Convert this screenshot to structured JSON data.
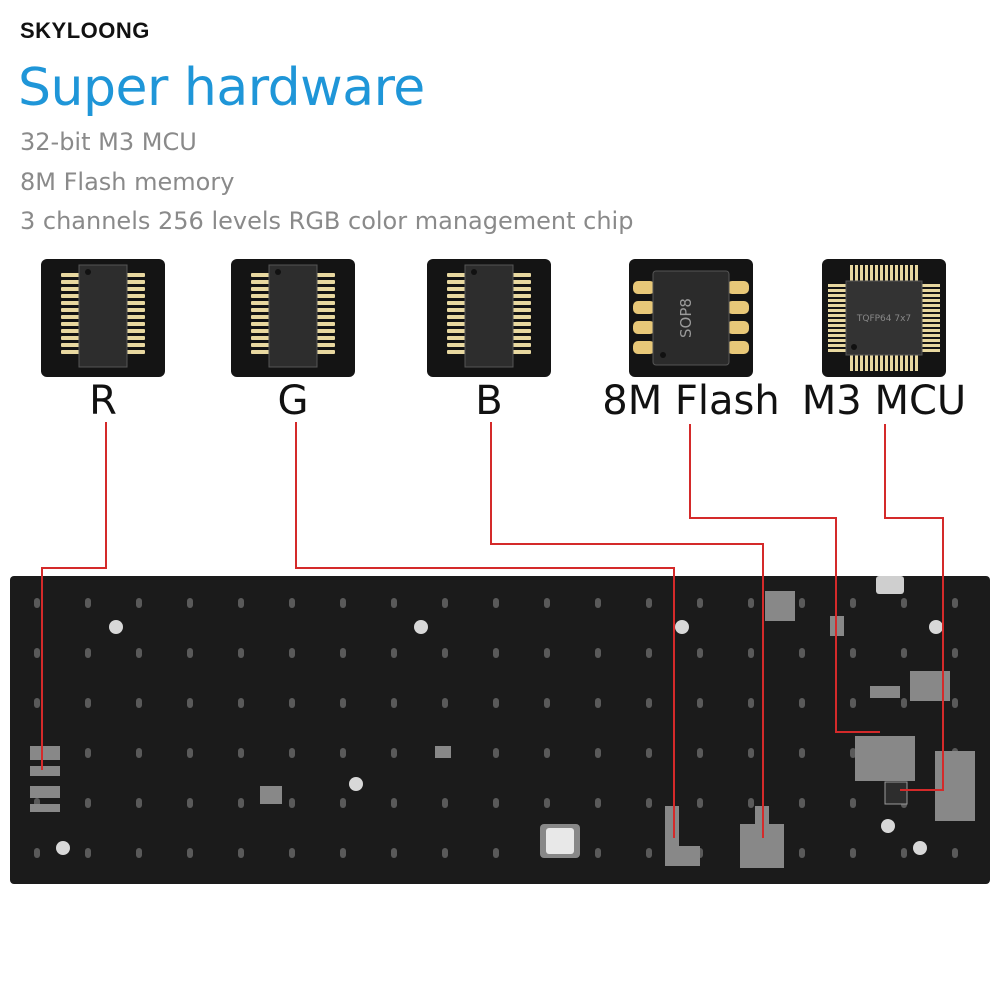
{
  "brand": "SKYLOONG",
  "title": "Super hardware",
  "features": [
    "32-bit M3 MCU",
    "8M Flash memory",
    "3 channels 256 levels RGB color management chip"
  ],
  "chips": [
    {
      "label": "R",
      "icon": "sop-chip-icon"
    },
    {
      "label": "G",
      "icon": "sop-chip-icon"
    },
    {
      "label": "B",
      "icon": "sop-chip-icon"
    },
    {
      "label": "8M Flash",
      "icon": "sop8-chip-icon",
      "marking": "SOP8"
    },
    {
      "label": "M3 MCU",
      "icon": "tqfp-chip-icon",
      "marking": "TQFP64 7x7"
    }
  ],
  "colors": {
    "title": "#1f96d8",
    "leader_line": "#d42a2a",
    "pcb": "#1b1b1b",
    "feature_text": "#8a8a8a"
  }
}
